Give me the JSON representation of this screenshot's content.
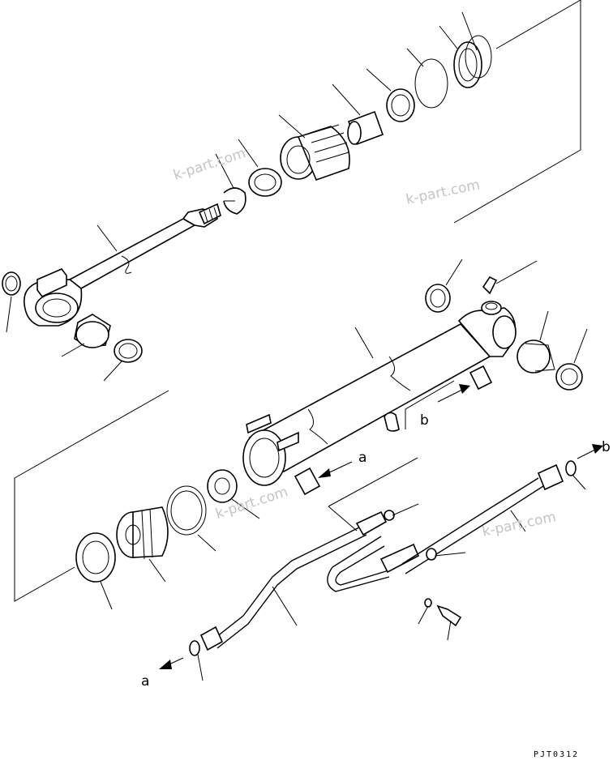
{
  "watermark": "k-part.com",
  "labels": {
    "a": "a",
    "b": "b"
  },
  "drawing_code": "PJT0312"
}
